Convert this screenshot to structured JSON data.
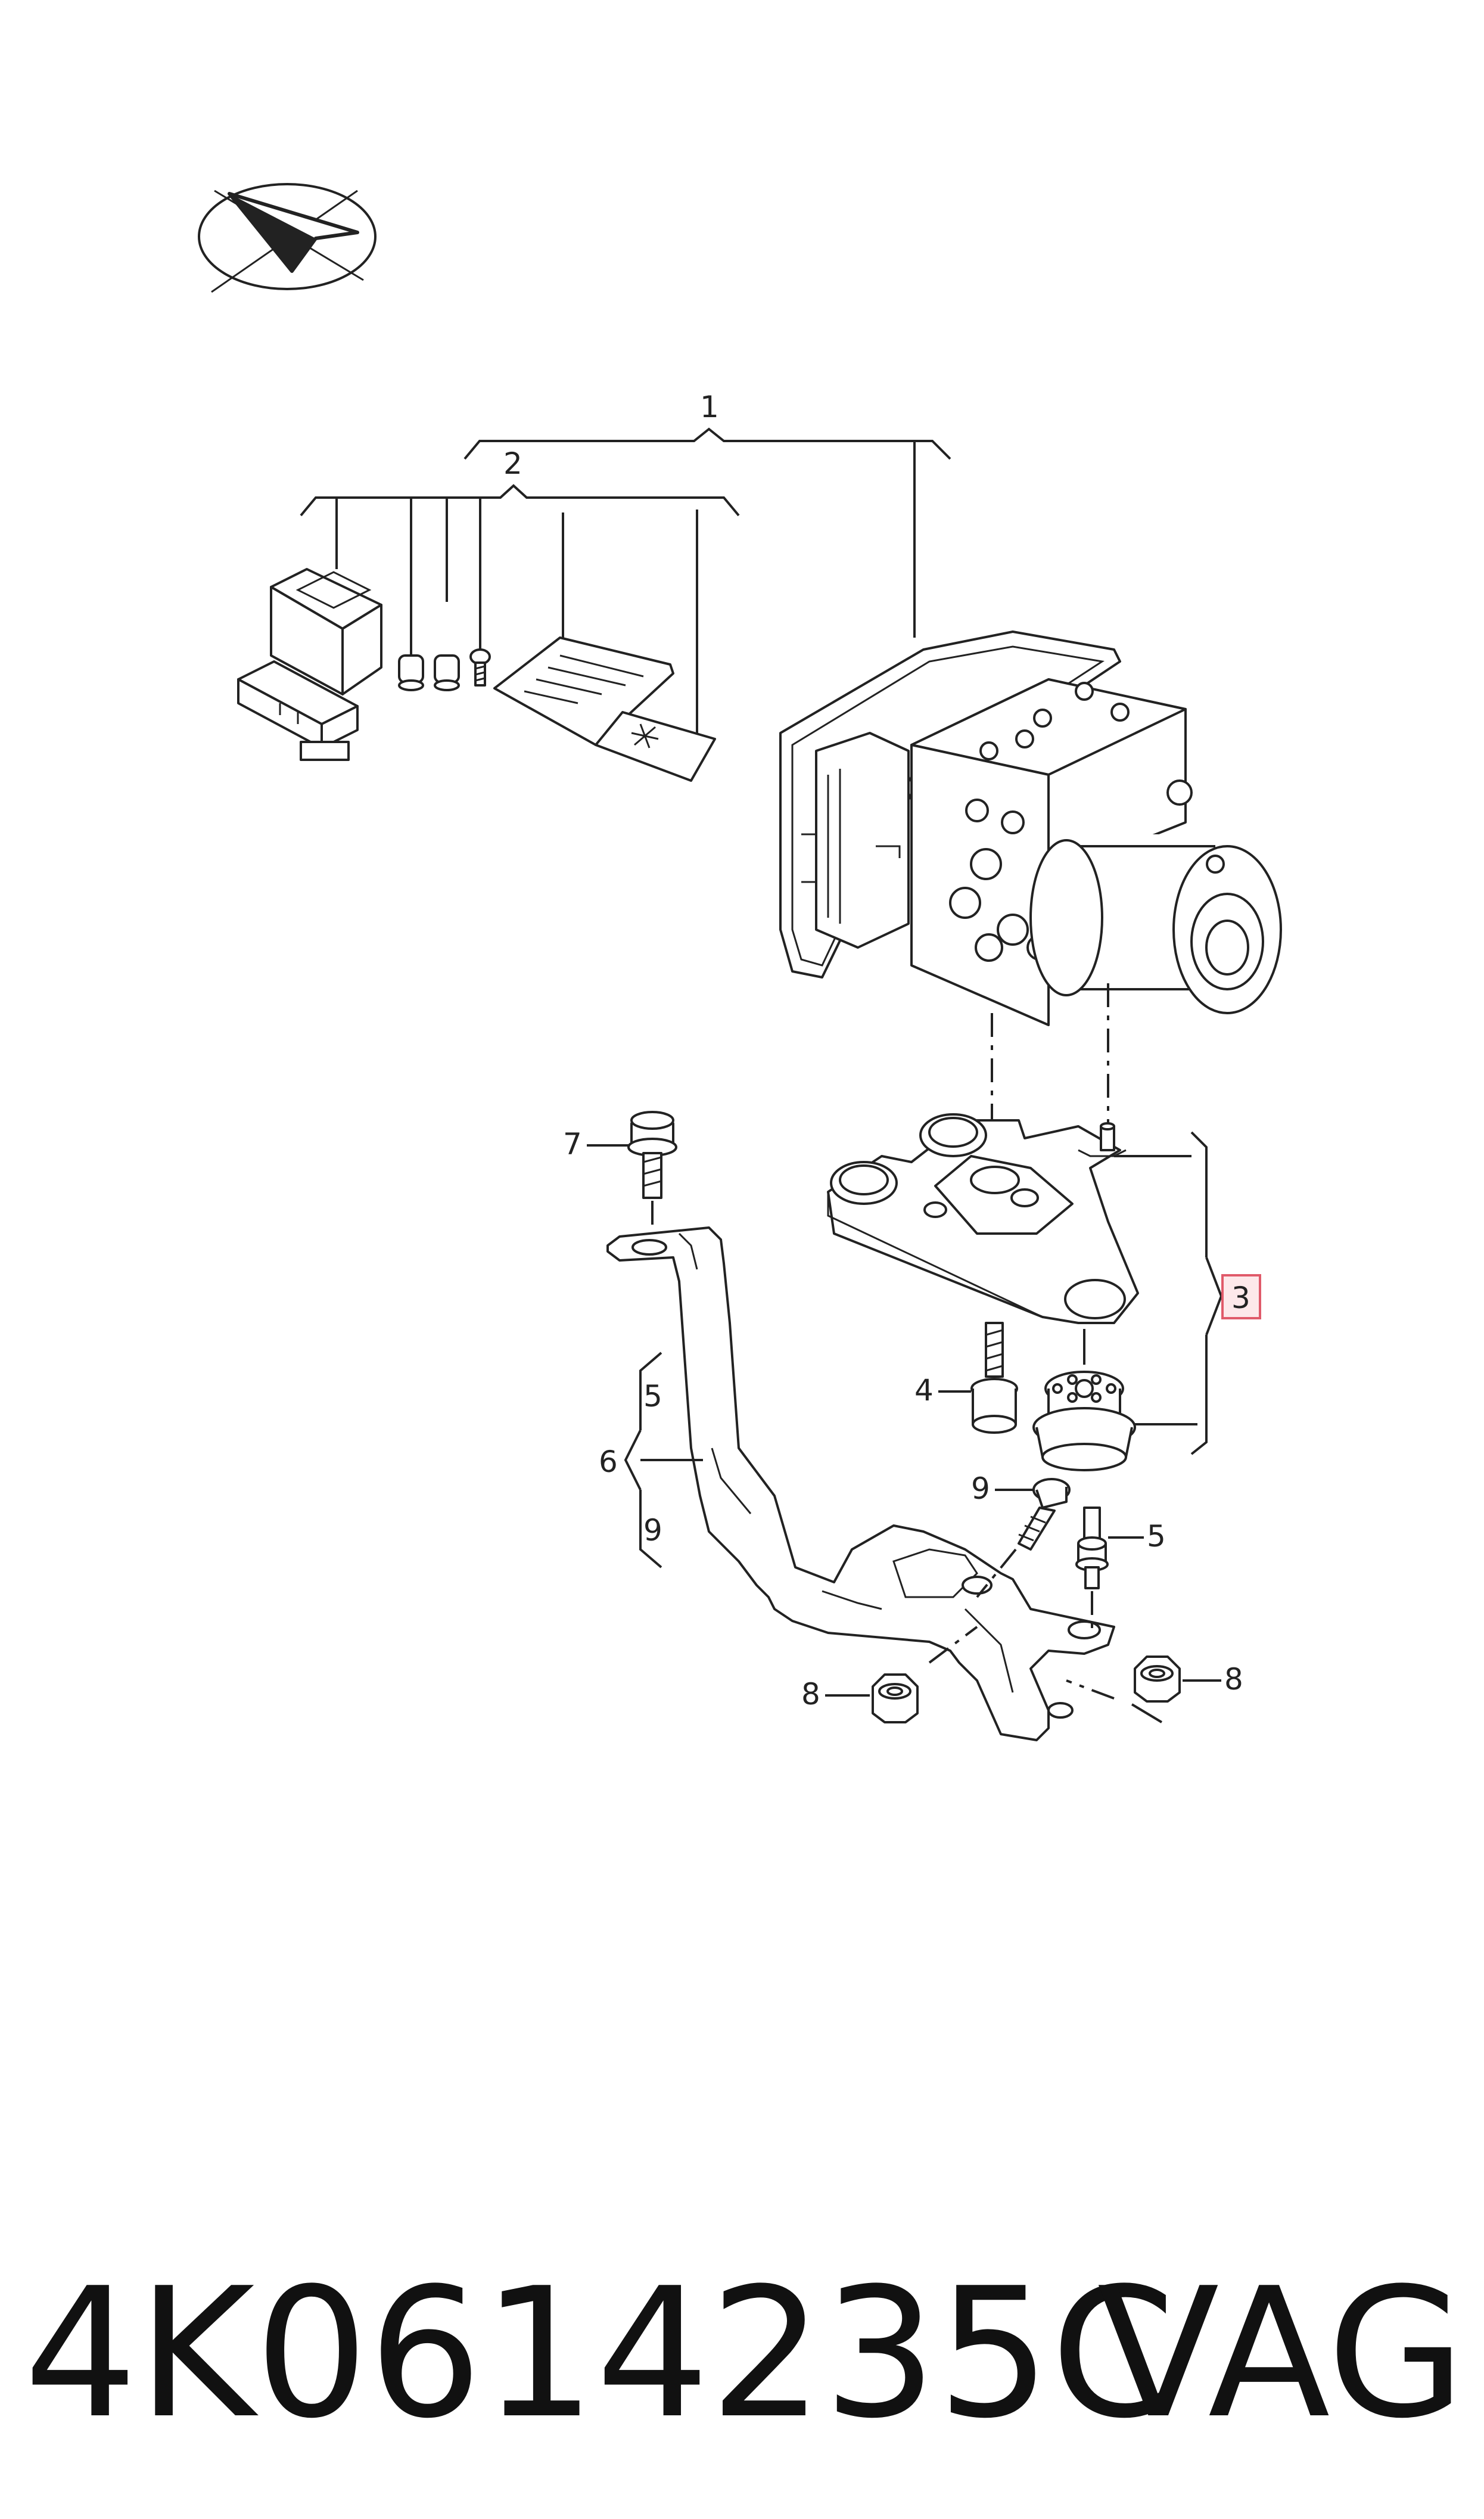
{
  "callouts": {
    "c1": "1",
    "c2": "2",
    "c3": "3",
    "c4": "4",
    "c5a": "5",
    "c5b": "5",
    "c6": "6",
    "c7": "7",
    "c8a": "8",
    "c8b": "8",
    "c9a": "9",
    "c9b": "9"
  },
  "footer": {
    "part_number": "4K0614235C",
    "brand": "VAG"
  },
  "colors": {
    "line": "#222222",
    "highlight_box": "#e05a6a",
    "highlight_fill": "#fde8ea"
  },
  "icons": {
    "logo": "paper-plane-logo-icon"
  }
}
